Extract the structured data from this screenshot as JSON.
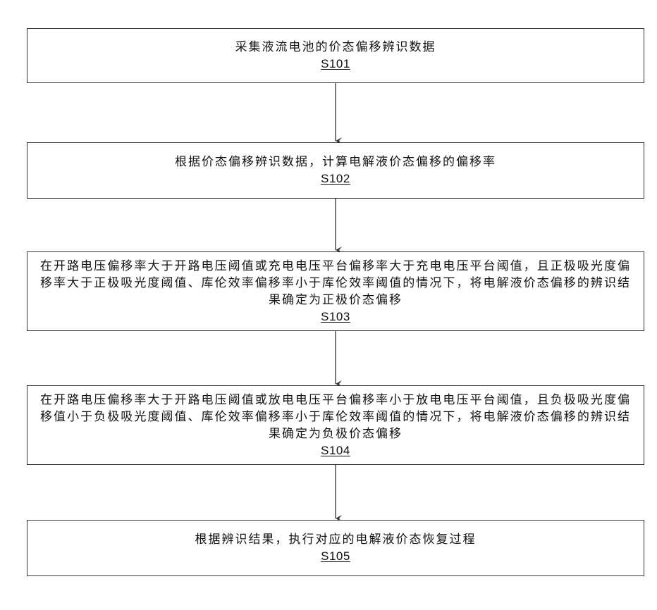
{
  "steps": [
    {
      "text": "采集液流电池的价态偏移辨识数据",
      "code": "S101"
    },
    {
      "text": "根据价态偏移辨识数据，计算电解液价态偏移的偏移率",
      "code": "S102"
    },
    {
      "text": "在开路电压偏移率大于开路电压阈值或充电电压平台偏移率大于充电电压平台阈值，且正极吸光度偏移率大于正极吸光度阈值、库伦效率偏移率小于库伦效率阈值的情况下，将电解液价态偏移的辨识结果确定为正极价态偏移",
      "code": "S103"
    },
    {
      "text": "在开路电压偏移率大于开路电压阈值或放电电压平台偏移率小于放电电压平台阈值，且负极吸光度偏移值小于负极吸光度阈值、库伦效率偏移率小于库伦效率阈值的情况下，将电解液价态偏移的辨识结果确定为负极价态偏移",
      "code": "S104"
    },
    {
      "text": "根据辨识结果，执行对应的电解液价态恢复过程",
      "code": "S105"
    }
  ],
  "colors": {
    "border": "#333333",
    "arrow": "#333333",
    "text": "#111111"
  }
}
